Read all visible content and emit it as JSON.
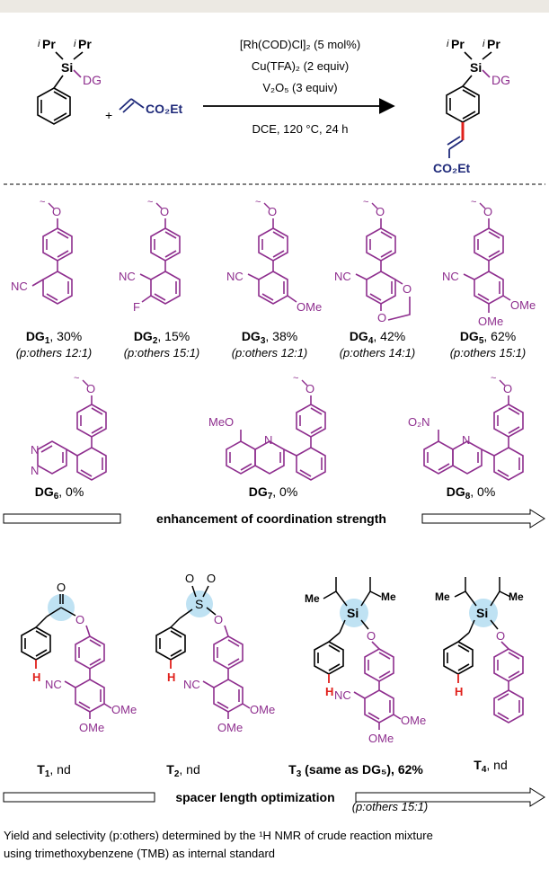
{
  "colors": {
    "purple": "#8e2e8e",
    "navy": "#1f2a7a",
    "red": "#e0201b",
    "highlight": "#bfe2f3",
    "topbar": "#ece9e3"
  },
  "reaction": {
    "sm_ipr_left": "Pr",
    "sm_ipr_right": "Pr",
    "sm_si": "Si",
    "sm_dg": "DG",
    "plus": "+",
    "acrylate_label": "CO₂Et",
    "cond_catalyst": "[Rh(COD)Cl]₂ (5 mol%)",
    "cond_oxidant1": "Cu(TFA)₂ (2 equiv)",
    "cond_oxidant2": "V₂O₅ (3 equiv)",
    "cond_solvent": "DCE, 120 °C, 24 h",
    "product_ipr_left": "Pr",
    "product_ipr_right": "Pr",
    "product_si": "Si",
    "product_dg": "DG",
    "product_ester": "CO₂Et"
  },
  "dg_row1": [
    {
      "name": "DG",
      "sub": "1",
      "yield": ", 30%",
      "sel": "(p:others 12:1)",
      "sub1": "NC",
      "sub2": "",
      "sub3": ""
    },
    {
      "name": "DG",
      "sub": "2",
      "yield": ", 15%",
      "sel": "(p:others 15:1)",
      "sub1": "NC",
      "sub2": "F",
      "sub3": ""
    },
    {
      "name": "DG",
      "sub": "3",
      "yield": ", 38%",
      "sel": "(p:others 12:1)",
      "sub1": "NC",
      "sub2": "OMe",
      "sub3": ""
    },
    {
      "name": "DG",
      "sub": "4",
      "yield": ", 42%",
      "sel": "(p:others 14:1)",
      "sub1": "NC",
      "sub2": "O",
      "sub3": "O"
    },
    {
      "name": "DG",
      "sub": "5",
      "yield": ", 62%",
      "sel": "(p:others 15:1)",
      "sub1": "NC",
      "sub2": "OMe",
      "sub3": "OMe"
    }
  ],
  "dg_row2": [
    {
      "name": "DG",
      "sub": "6",
      "yield": ", 0%",
      "atom1": "N",
      "atom2": "N"
    },
    {
      "name": "DG",
      "sub": "7",
      "yield": ", 0%",
      "atom1": "N",
      "subst": "MeO"
    },
    {
      "name": "DG",
      "sub": "8",
      "yield": ", 0%",
      "atom1": "N",
      "subst": "O₂N"
    }
  ],
  "arrow1_label": "enhancement of coordination strength",
  "templates": [
    {
      "name": "T",
      "sub": "1",
      "rest": ", nd",
      "h": "H",
      "o1": "O",
      "o2": "O",
      "nc": "NC",
      "ome1": "OMe",
      "ome2": "OMe"
    },
    {
      "name": "T",
      "sub": "2",
      "rest": ", nd",
      "h": "H",
      "s": "S",
      "o1": "O",
      "o2": "O",
      "o3": "O",
      "nc": "NC",
      "ome1": "OMe",
      "ome2": "OMe"
    },
    {
      "name": "T",
      "sub": "3",
      "rest": " (same as DG₅), 62%",
      "sel": "(p:others 15:1)",
      "h": "H",
      "si": "Si",
      "me": "Me",
      "o": "O",
      "nc": "NC",
      "ome1": "OMe",
      "ome2": "OMe"
    },
    {
      "name": "T",
      "sub": "4",
      "rest": ", nd",
      "h": "H",
      "si": "Si",
      "me": "Me",
      "o": "O"
    }
  ],
  "arrow2_label": "spacer length optimization",
  "footnote_line1": "Yield and selectivity (p:others) determined by the ¹H NMR of crude reaction mixture",
  "footnote_line2": "using trimethoxybenzene (TMB) as internal standard"
}
